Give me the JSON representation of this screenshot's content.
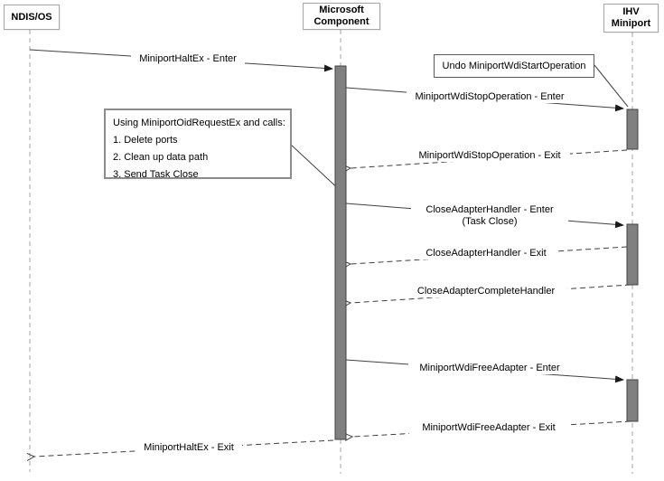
{
  "actors": {
    "ndis": {
      "label": "NDIS/OS"
    },
    "microsoft": {
      "line1": "Microsoft",
      "line2": "Component"
    },
    "ihv": {
      "line1": "IHV",
      "line2": "Miniport"
    }
  },
  "messages": {
    "halt_enter": {
      "label": "MiniportHaltEx - Enter",
      "type": "solid",
      "from": "ndis",
      "to": "microsoft"
    },
    "stop_enter": {
      "label": "MiniportWdiStopOperation - Enter",
      "type": "solid",
      "from": "microsoft",
      "to": "ihv"
    },
    "stop_exit": {
      "label": "MiniportWdiStopOperation - Exit",
      "type": "dashed",
      "from": "ihv",
      "to": "microsoft"
    },
    "close_enter": {
      "label": "CloseAdapterHandler - Enter",
      "sublabel": "(Task Close)",
      "type": "solid",
      "from": "microsoft",
      "to": "ihv"
    },
    "close_exit": {
      "label": "CloseAdapterHandler - Exit",
      "type": "dashed",
      "from": "ihv",
      "to": "microsoft"
    },
    "close_complete": {
      "label": "CloseAdapterCompleteHandler",
      "type": "dashed",
      "from": "ihv",
      "to": "microsoft"
    },
    "free_enter": {
      "label": "MiniportWdiFreeAdapter - Enter",
      "type": "solid",
      "from": "microsoft",
      "to": "ihv"
    },
    "free_exit": {
      "label": "MiniportWdiFreeAdapter - Exit",
      "type": "dashed",
      "from": "ihv",
      "to": "microsoft"
    },
    "halt_exit": {
      "label": "MiniportHaltEx - Exit",
      "type": "dashed",
      "from": "microsoft",
      "to": "ndis"
    }
  },
  "annotations": {
    "undo_note": {
      "text": "Undo MiniportWdiStartOperation"
    },
    "oid_note": {
      "lines": [
        "Using MiniportOidRequestEx and calls:",
        "1. Delete ports",
        "2. Clean up data path",
        "3. Send Task Close"
      ]
    }
  },
  "colors": {
    "activation_bar_fill": "#808080",
    "activation_bar_border": "#404040",
    "message_line": "#404040",
    "lifeline": "#a6a6a6",
    "actor_box_border": "#a6a6a6",
    "note_border": "#595959",
    "background": "#ffffff"
  }
}
